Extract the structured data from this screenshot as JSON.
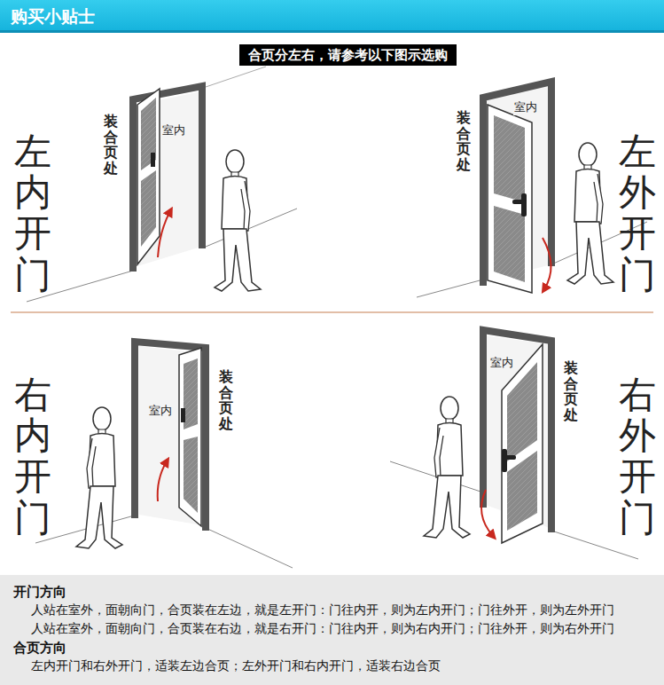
{
  "diagram": {
    "title": "购买小贴士",
    "nodes": [
      {
        "text": [
          "合页分左右，请参考以下图示选购"
        ]
      },
      {
        "text": [
          "开门方向",
          "人站在室外，面朝向门，合页装在左边，就是左开门：门往内开，则为左内开门；门往外开，则为左外开门",
          "人站在室外，面朝向门，合页装在右边，就是右开门：门往内开，则为右内开门；门往外开，则为右外开门",
          "合页方向",
          "左内开门和右外开门，适装左边合页；左外开门和右内开门，适装右边合页"
        ]
      }
    ],
    "labels": [
      "左内开门",
      "左外开门",
      "右内开门",
      "右外开门",
      "装合页处",
      "装合页处",
      "装合页处",
      "装合页处",
      "室内",
      "室内",
      "室内",
      "室内"
    ]
  }
}
